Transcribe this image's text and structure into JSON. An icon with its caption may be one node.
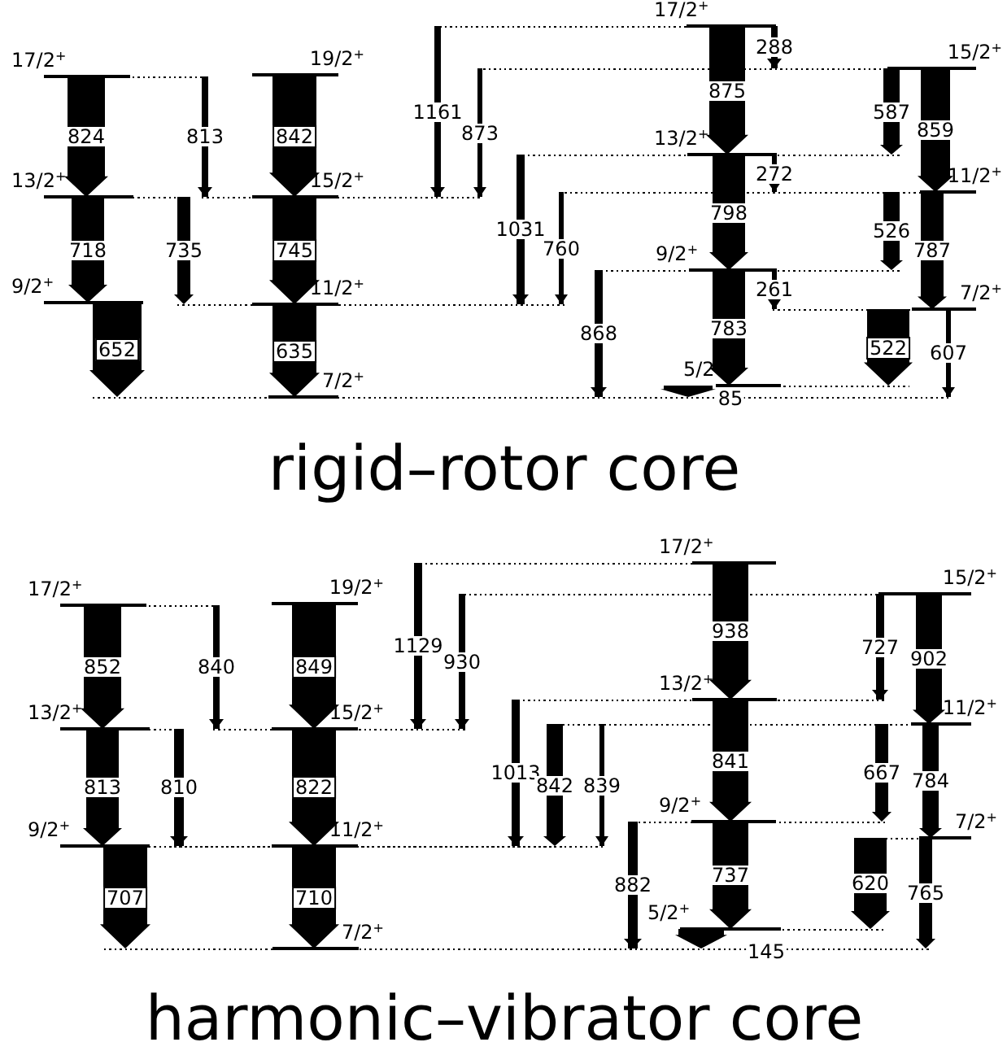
{
  "diagram": {
    "nodes": [
      {
        "text": [
          "17/2$^{+}$"
        ]
      },
      {
        "text": [
          "13/2$^{+}$"
        ]
      },
      {
        "text": [
          "9/2$^{+}$"
        ]
      },
      {
        "text": [
          "19/2$^{+}$"
        ]
      },
      {
        "text": [
          "15/2$^{+}$"
        ]
      },
      {
        "text": [
          "11/2$^{+}$"
        ]
      },
      {
        "text": [
          "7/2$^{+}$"
        ]
      },
      {
        "text": [
          "17/2$^{+}$"
        ]
      },
      {
        "text": [
          "13/2$^{+}$"
        ]
      },
      {
        "text": [
          "9/2$^{+}$"
        ]
      },
      {
        "text": [
          "5/2$^{+}$"
        ]
      },
      {
        "text": [
          "15/2$^{+}$"
        ]
      },
      {
        "text": [
          "11/2$^{+}$"
        ]
      },
      {
        "text": [
          "7/2$^{+}$"
        ]
      },
      {
        "text": [
          "17/2$^{+}$"
        ]
      },
      {
        "text": [
          "13/2$^{+}$"
        ]
      },
      {
        "text": [
          "9/2$^{+}$"
        ]
      },
      {
        "text": [
          "19/2$^{+}$"
        ]
      },
      {
        "text": [
          "15/2$^{+}$"
        ]
      },
      {
        "text": [
          "11/2$^{+}$"
        ]
      },
      {
        "text": [
          "7/2$^{+}$"
        ]
      },
      {
        "text": [
          "17/2$^{+}$"
        ]
      },
      {
        "text": [
          "13/2$^{+}$"
        ]
      },
      {
        "text": [
          "9/2$^{+}$"
        ]
      },
      {
        "text": [
          "5/2$^{+}$"
        ]
      },
      {
        "text": [
          "15/2$^{+}$"
        ]
      },
      {
        "text": [
          "11/2$^{+}$"
        ]
      },
      {
        "text": [
          "7/2$^{+}$"
        ]
      }
    ],
    "edges": [
      {
        "from": 0,
        "to": 1,
        "arrow": "to",
        "label": "824",
        "style": "thick"
      },
      {
        "from": 0,
        "to": 4,
        "arrow": "to",
        "label": "813"
      },
      {
        "from": 1,
        "to": 2,
        "arrow": "to",
        "label": "718",
        "style": "thick"
      },
      {
        "from": 1,
        "to": 5,
        "arrow": "to",
        "label": "735",
        "style": "thick"
      },
      {
        "from": 2,
        "to": 6,
        "arrow": "to",
        "label": "652",
        "style": "thick"
      },
      {
        "from": 3,
        "to": 4,
        "arrow": "to",
        "label": "842",
        "style": "thick"
      },
      {
        "from": 4,
        "to": 5,
        "arrow": "to",
        "label": "745",
        "style": "thick"
      },
      {
        "from": 5,
        "to": 6,
        "arrow": "to",
        "label": "635",
        "style": "thick"
      },
      {
        "from": 7,
        "to": 4,
        "arrow": "to",
        "label": "1161"
      },
      {
        "from": 11,
        "to": 4,
        "arrow": "to",
        "label": "873"
      },
      {
        "from": 7,
        "to": 8,
        "arrow": "to",
        "label": "875",
        "style": "thick"
      },
      {
        "from": 7,
        "to": 11,
        "arrow": "to",
        "label": "288"
      },
      {
        "from": 8,
        "to": 9,
        "arrow": "to",
        "label": "798",
        "style": "thick"
      },
      {
        "from": 8,
        "to": 12,
        "arrow": "to",
        "label": "272"
      },
      {
        "from": 8,
        "to": 5,
        "arrow": "to",
        "label": "1031"
      },
      {
        "from": 12,
        "to": 5,
        "arrow": "to",
        "label": "760"
      },
      {
        "from": 9,
        "to": 10,
        "arrow": "to",
        "label": "783",
        "style": "thick"
      },
      {
        "from": 9,
        "to": 13,
        "arrow": "to",
        "label": "261"
      },
      {
        "from": 9,
        "to": 6,
        "arrow": "to",
        "label": "868"
      },
      {
        "from": 10,
        "to": 6,
        "arrow": "to",
        "label": "85",
        "style": "thick"
      },
      {
        "from": 11,
        "to": 8,
        "arrow": "to",
        "label": "587",
        "style": "thick"
      },
      {
        "from": 11,
        "to": 12,
        "arrow": "to",
        "label": "859",
        "style": "thick"
      },
      {
        "from": 12,
        "to": 9,
        "arrow": "to",
        "label": "526",
        "style": "thick"
      },
      {
        "from": 12,
        "to": 13,
        "arrow": "to",
        "label": "787",
        "style": "thick"
      },
      {
        "from": 13,
        "to": 10,
        "arrow": "to",
        "label": "522",
        "style": "thick"
      },
      {
        "from": 13,
        "to": 6,
        "arrow": "to",
        "label": "607"
      },
      {
        "from": 14,
        "to": 15,
        "arrow": "to",
        "label": "852",
        "style": "thick"
      },
      {
        "from": 14,
        "to": 18,
        "arrow": "to",
        "label": "840"
      },
      {
        "from": 15,
        "to": 16,
        "arrow": "to",
        "label": "813",
        "style": "thick"
      },
      {
        "from": 15,
        "to": 19,
        "arrow": "to",
        "label": "810"
      },
      {
        "from": 16,
        "to": 20,
        "arrow": "to",
        "label": "707",
        "style": "thick"
      },
      {
        "from": 17,
        "to": 18,
        "arrow": "to",
        "label": "849",
        "style": "thick"
      },
      {
        "from": 18,
        "to": 19,
        "arrow": "to",
        "label": "822",
        "style": "thick"
      },
      {
        "from": 19,
        "to": 20,
        "arrow": "to",
        "label": "710",
        "style": "thick"
      },
      {
        "from": 21,
        "to": 18,
        "arrow": "to",
        "label": "1129"
      },
      {
        "from": 25,
        "to": 18,
        "arrow": "to",
        "label": "930"
      },
      {
        "from": 21,
        "to": 22,
        "arrow": "to",
        "label": "938",
        "style": "thick"
      },
      {
        "from": 22,
        "to": 23,
        "arrow": "to",
        "label": "841",
        "style": "thick"
      },
      {
        "from": 22,
        "to": 19,
        "arrow": "to",
        "label": "1013"
      },
      {
        "from": 26,
        "to": 16,
        "arrow": "to",
        "label": "842",
        "style": "thick"
      },
      {
        "from": 26,
        "to": 19,
        "arrow": "to",
        "label": "839"
      },
      {
        "from": 23,
        "to": 24,
        "arrow": "to",
        "label": "737",
        "style": "thick"
      },
      {
        "from": 23,
        "to": 20,
        "arrow": "to",
        "label": "882"
      },
      {
        "from": 24,
        "to": 20,
        "arrow": "to",
        "label": "145",
        "style": "thick"
      },
      {
        "from": 25,
        "to": 22,
        "arrow": "to",
        "label": "727"
      },
      {
        "from": 25,
        "to": 26,
        "arrow": "to",
        "label": "902",
        "style": "thick"
      },
      {
        "from": 26,
        "to": 23,
        "arrow": "to",
        "label": "667",
        "style": "thick"
      },
      {
        "from": 26,
        "to": 27,
        "arrow": "to",
        "label": "784",
        "style": "thick"
      },
      {
        "from": 27,
        "to": 24,
        "arrow": "to",
        "label": "620",
        "style": "thick"
      },
      {
        "from": 27,
        "to": 20,
        "arrow": "to",
        "label": "765",
        "style": "thick"
      }
    ],
    "labels": [
      "rigid–rotor core",
      "harmonic–vibrator core"
    ]
  }
}
